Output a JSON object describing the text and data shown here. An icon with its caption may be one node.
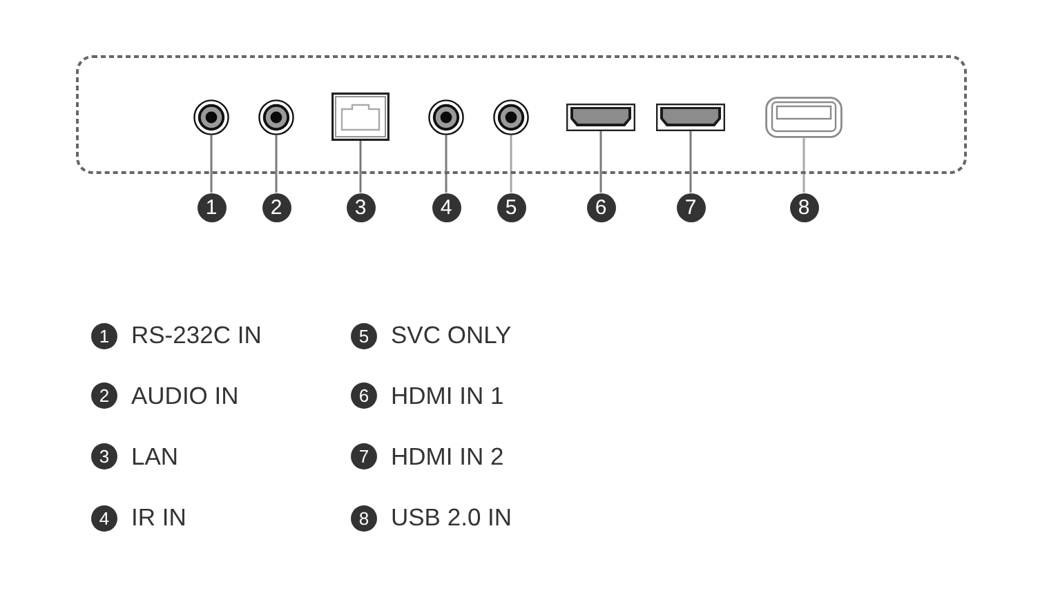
{
  "diagram": {
    "nodes": [
      {
        "text": [],
        "shape": "box"
      },
      {
        "text": [],
        "shape": "picture",
        "in": 0
      },
      {
        "text": [],
        "shape": "picture",
        "in": 0
      },
      {
        "text": [],
        "shape": "picture",
        "in": 0
      },
      {
        "text": [],
        "shape": "picture",
        "in": 0
      },
      {
        "text": [],
        "shape": "picture",
        "in": 0
      },
      {
        "text": [],
        "shape": "picture",
        "in": 0
      },
      {
        "text": [],
        "shape": "picture",
        "in": 0
      },
      {
        "text": [],
        "shape": "picture",
        "in": 0
      },
      {
        "text": [
          "1"
        ]
      },
      {
        "text": [
          "2"
        ]
      },
      {
        "text": [
          "3"
        ]
      },
      {
        "text": [
          "4"
        ]
      },
      {
        "text": [
          "5"
        ]
      },
      {
        "text": [
          "6"
        ]
      },
      {
        "text": [
          "7"
        ]
      },
      {
        "text": [
          "8"
        ]
      },
      {
        "text": [
          "1"
        ],
        "beside": [
          "RS-232C IN"
        ]
      },
      {
        "text": [
          "2"
        ],
        "beside": [
          "AUDIO IN"
        ]
      },
      {
        "text": [
          "3"
        ],
        "beside": [
          "LAN"
        ]
      },
      {
        "text": [
          "4"
        ],
        "beside": [
          "IR IN"
        ]
      },
      {
        "text": [
          "5"
        ],
        "beside": [
          "SVC ONLY"
        ]
      },
      {
        "text": [
          "6"
        ],
        "beside": [
          "HDMI IN 1"
        ]
      },
      {
        "text": [
          "7"
        ],
        "beside": [
          "HDMI IN 2"
        ]
      },
      {
        "text": [
          "8"
        ],
        "beside": [
          "USB 2.0 IN"
        ]
      }
    ],
    "edges": [
      {
        "from": 9,
        "to": 1,
        "arrow": "none"
      },
      {
        "from": 10,
        "to": 2,
        "arrow": "none"
      },
      {
        "from": 11,
        "to": 3,
        "arrow": "none"
      },
      {
        "from": 12,
        "to": 4,
        "arrow": "none"
      },
      {
        "from": 13,
        "to": 5,
        "arrow": "none",
        "color": "#a8a8a8"
      },
      {
        "from": 14,
        "to": 6,
        "arrow": "none"
      },
      {
        "from": 15,
        "to": 7,
        "arrow": "none"
      },
      {
        "from": 16,
        "to": 8,
        "arrow": "none",
        "color": "#a8a8a8"
      }
    ]
  }
}
